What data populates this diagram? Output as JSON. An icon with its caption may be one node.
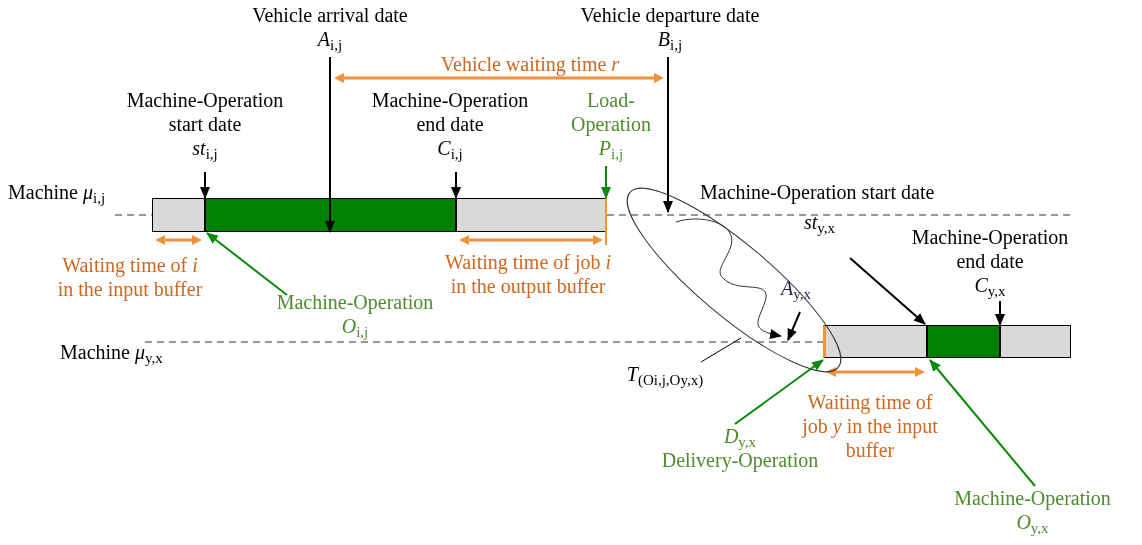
{
  "diagram": {
    "nodes": [
      {
        "text": [],
        "shape": "bar"
      },
      {
        "text": [],
        "shape": "bar"
      },
      {
        "text": [],
        "shape": "bar"
      },
      {
        "text": [],
        "shape": "bar"
      },
      {
        "text": [],
        "shape": "bar"
      },
      {
        "text": [],
        "shape": "bar"
      },
      {
        "text": [],
        "shape": "ellipse"
      },
      {
        "text": [
          "Vehicle arrival date",
          "*A*$_{i,j}$"
        ]
      },
      {
        "text": [
          "Vehicle departure date",
          "*B*$_{i,j}$"
        ]
      },
      {
        "text": [
          "Machine-Operation start date",
          "*st*$_{i,j}$"
        ]
      },
      {
        "text": [
          "Machine-Operation end date",
          "*C*$_{i,j}$"
        ]
      },
      {
        "text": [
          "Load-Operation",
          "*P*$_{i,j}$"
        ]
      },
      {
        "text": [
          "Machine-Operation",
          "*O*$_{i,j}$"
        ]
      },
      {
        "text": [
          "Machine-Operation start date",
          "*st*$_{y,x}$"
        ]
      },
      {
        "text": [
          "Machine-Operation end date",
          "*C*$_{y,x}$"
        ]
      },
      {
        "text": [
          "*A*$_{y,x}$"
        ],
        "in": 6
      },
      {
        "text": [
          "*T*$_{(Oi,j,Oy,x)}$"
        ]
      },
      {
        "text": [
          "*D*$_{y,x}$",
          "Delivery-Operation"
        ]
      },
      {
        "text": [
          "Machine-Operation",
          "*O*$_{y,x}$"
        ]
      }
    ],
    "edges": [
      {
        "from": 7,
        "to": 1,
        "arrow": "to"
      },
      {
        "from": 8,
        "to": 6,
        "arrow": "to"
      },
      {
        "from": 9,
        "to": 1,
        "arrow": "to"
      },
      {
        "from": 10,
        "to": 2,
        "arrow": "to"
      },
      {
        "from": 11,
        "to": 2,
        "arrow": "to",
        "color": "#0a8a0a"
      },
      {
        "from": 12,
        "to": 1,
        "arrow": "to",
        "color": "#0a8a0a"
      },
      {
        "from": 13,
        "to": 4,
        "arrow": "to"
      },
      {
        "from": 14,
        "to": 5,
        "arrow": "to"
      },
      {
        "from": 15,
        "to": 6,
        "arrow": "to"
      },
      {
        "from": 16,
        "to": 6,
        "arrow": "none"
      },
      {
        "from": 17,
        "to": 3,
        "arrow": "to",
        "color": "#0a8a0a"
      },
      {
        "from": 18,
        "to": 4,
        "arrow": "to",
        "color": "#0a8a0a"
      }
    ],
    "labels": [
      "Vehicle waiting time *r*",
      "Machine *μ*$_{i,j}$",
      "Waiting time of *i* in the input buffer",
      "Waiting time of job *i* in the output buffer",
      "Machine *μ*$_{y,x}$",
      "Waiting time of job *y* in the input buffer"
    ]
  }
}
